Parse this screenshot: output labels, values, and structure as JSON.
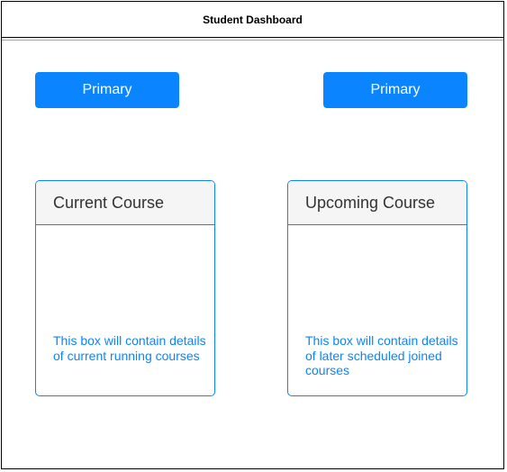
{
  "header": {
    "title": "Student Dashboard"
  },
  "buttons": {
    "left_label": "Primary",
    "right_label": "Primary"
  },
  "cards": [
    {
      "title": "Current Course",
      "body": "This box will contain details of current running courses"
    },
    {
      "title": "Upcoming Course",
      "body": "This box will contain details of later scheduled joined courses"
    }
  ],
  "colors": {
    "accent": "#0a85ff",
    "card_header_bg": "#f5f5f5",
    "title_text": "#333333"
  }
}
